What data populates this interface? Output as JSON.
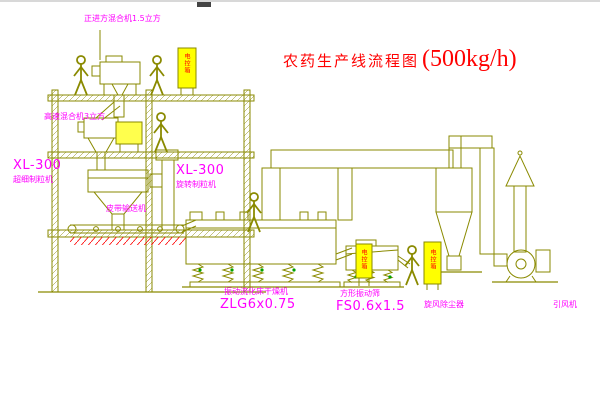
{
  "title": {
    "main": "农药生产线流程图",
    "capacity": "(500kg/h)"
  },
  "labels": {
    "mixer_top": "正进方混合机1.5立方",
    "mixer_high_speed": "高速混合机3立方",
    "granulator_left": {
      "model": "XL-300",
      "name": "超细制粒机"
    },
    "granulator_right": {
      "model": "XL-300",
      "name": "旋转制粒机"
    },
    "belt_conveyor": "皮带输送机",
    "dryer": {
      "name": "振动流化床干燥机",
      "model": "ZLG6x0.75"
    },
    "sieve": {
      "name": "方形振动筛",
      "model": "FS0.6x1.5"
    },
    "cyclone": "旋风除尘器",
    "fan": "引风机"
  },
  "cabinets": [
    {
      "label": "电控箱"
    },
    {
      "label": "电控箱"
    },
    {
      "label": "电控箱"
    }
  ],
  "colors": {
    "line": "#8a8a00",
    "label": "#ff00ff",
    "title": "#ff0000",
    "cabinet_fill": "#ffff00",
    "machine_fill": "#ffff4d",
    "hatch_red": "#ff0000",
    "dot_green": "#00a000"
  }
}
